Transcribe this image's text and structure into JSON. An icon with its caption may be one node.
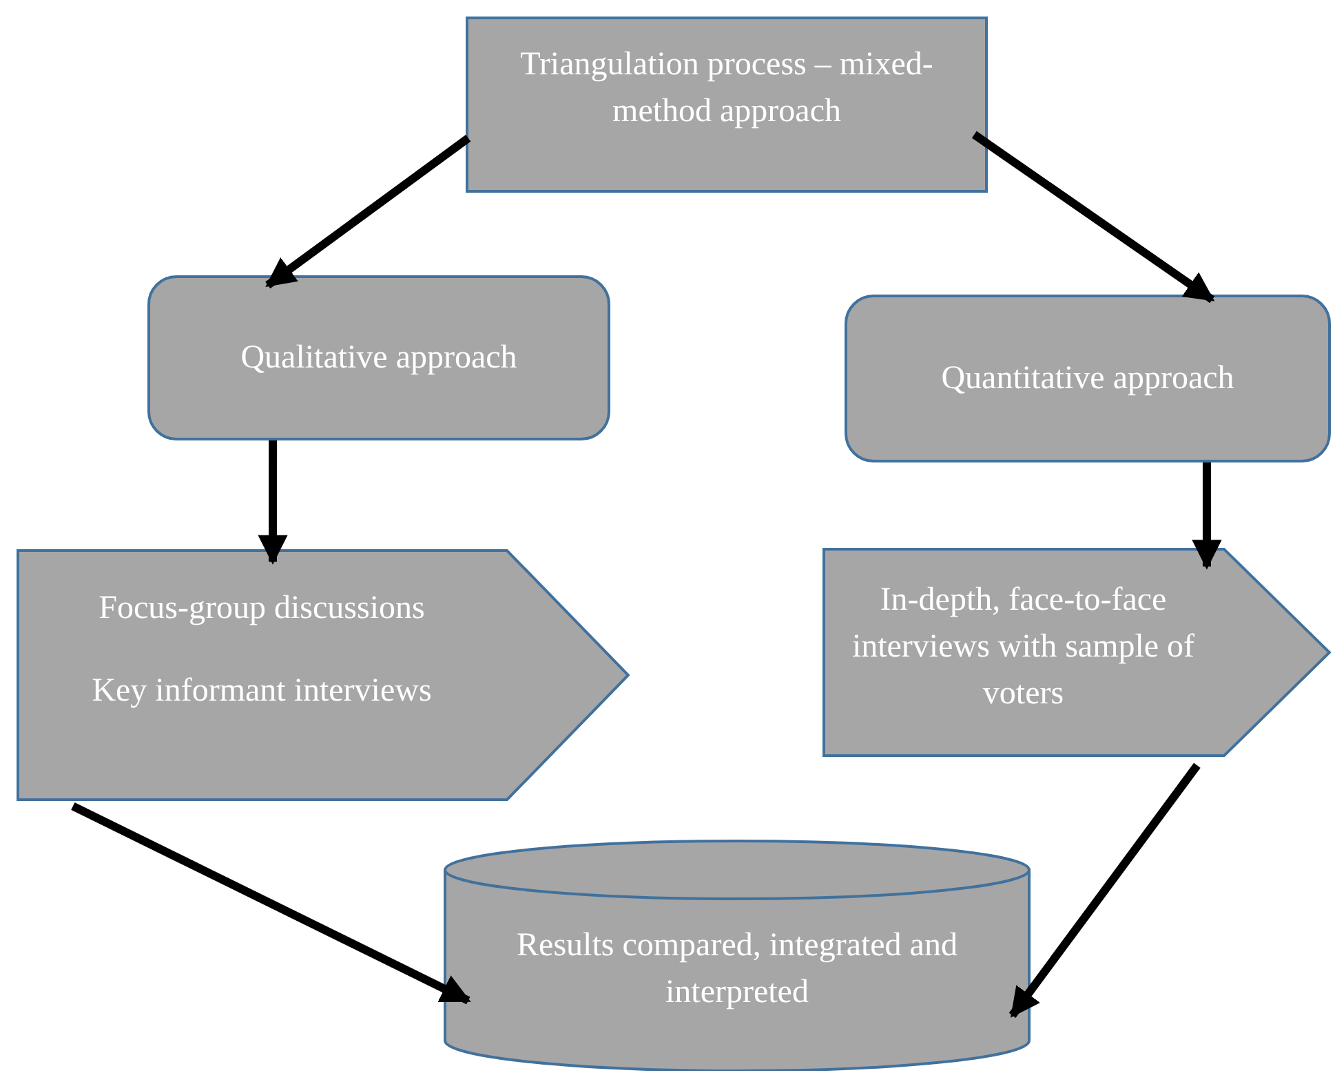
{
  "diagram": {
    "nodes": [
      {
        "text": [
          "Triangulation process – mixed-method approach"
        ]
      },
      {
        "text": [
          "Qualitative approach"
        ]
      },
      {
        "text": [
          "Quantitative approach"
        ]
      },
      {
        "text": [
          "Focus-group discussions",
          "Key informant interviews"
        ]
      },
      {
        "text": [
          "In-depth, face-to-face interviews with sample of voters"
        ]
      },
      {
        "text": [
          "Results compared, integrated and interpreted"
        ]
      }
    ],
    "edges": [
      {
        "from": 0,
        "to": 1,
        "arrow": "to"
      },
      {
        "from": 0,
        "to": 2,
        "arrow": "to"
      },
      {
        "from": 1,
        "to": 3,
        "arrow": "to"
      },
      {
        "from": 2,
        "to": 4,
        "arrow": "to"
      },
      {
        "from": 3,
        "to": 5,
        "arrow": "to"
      },
      {
        "from": 4,
        "to": 5,
        "arrow": "to"
      }
    ]
  }
}
